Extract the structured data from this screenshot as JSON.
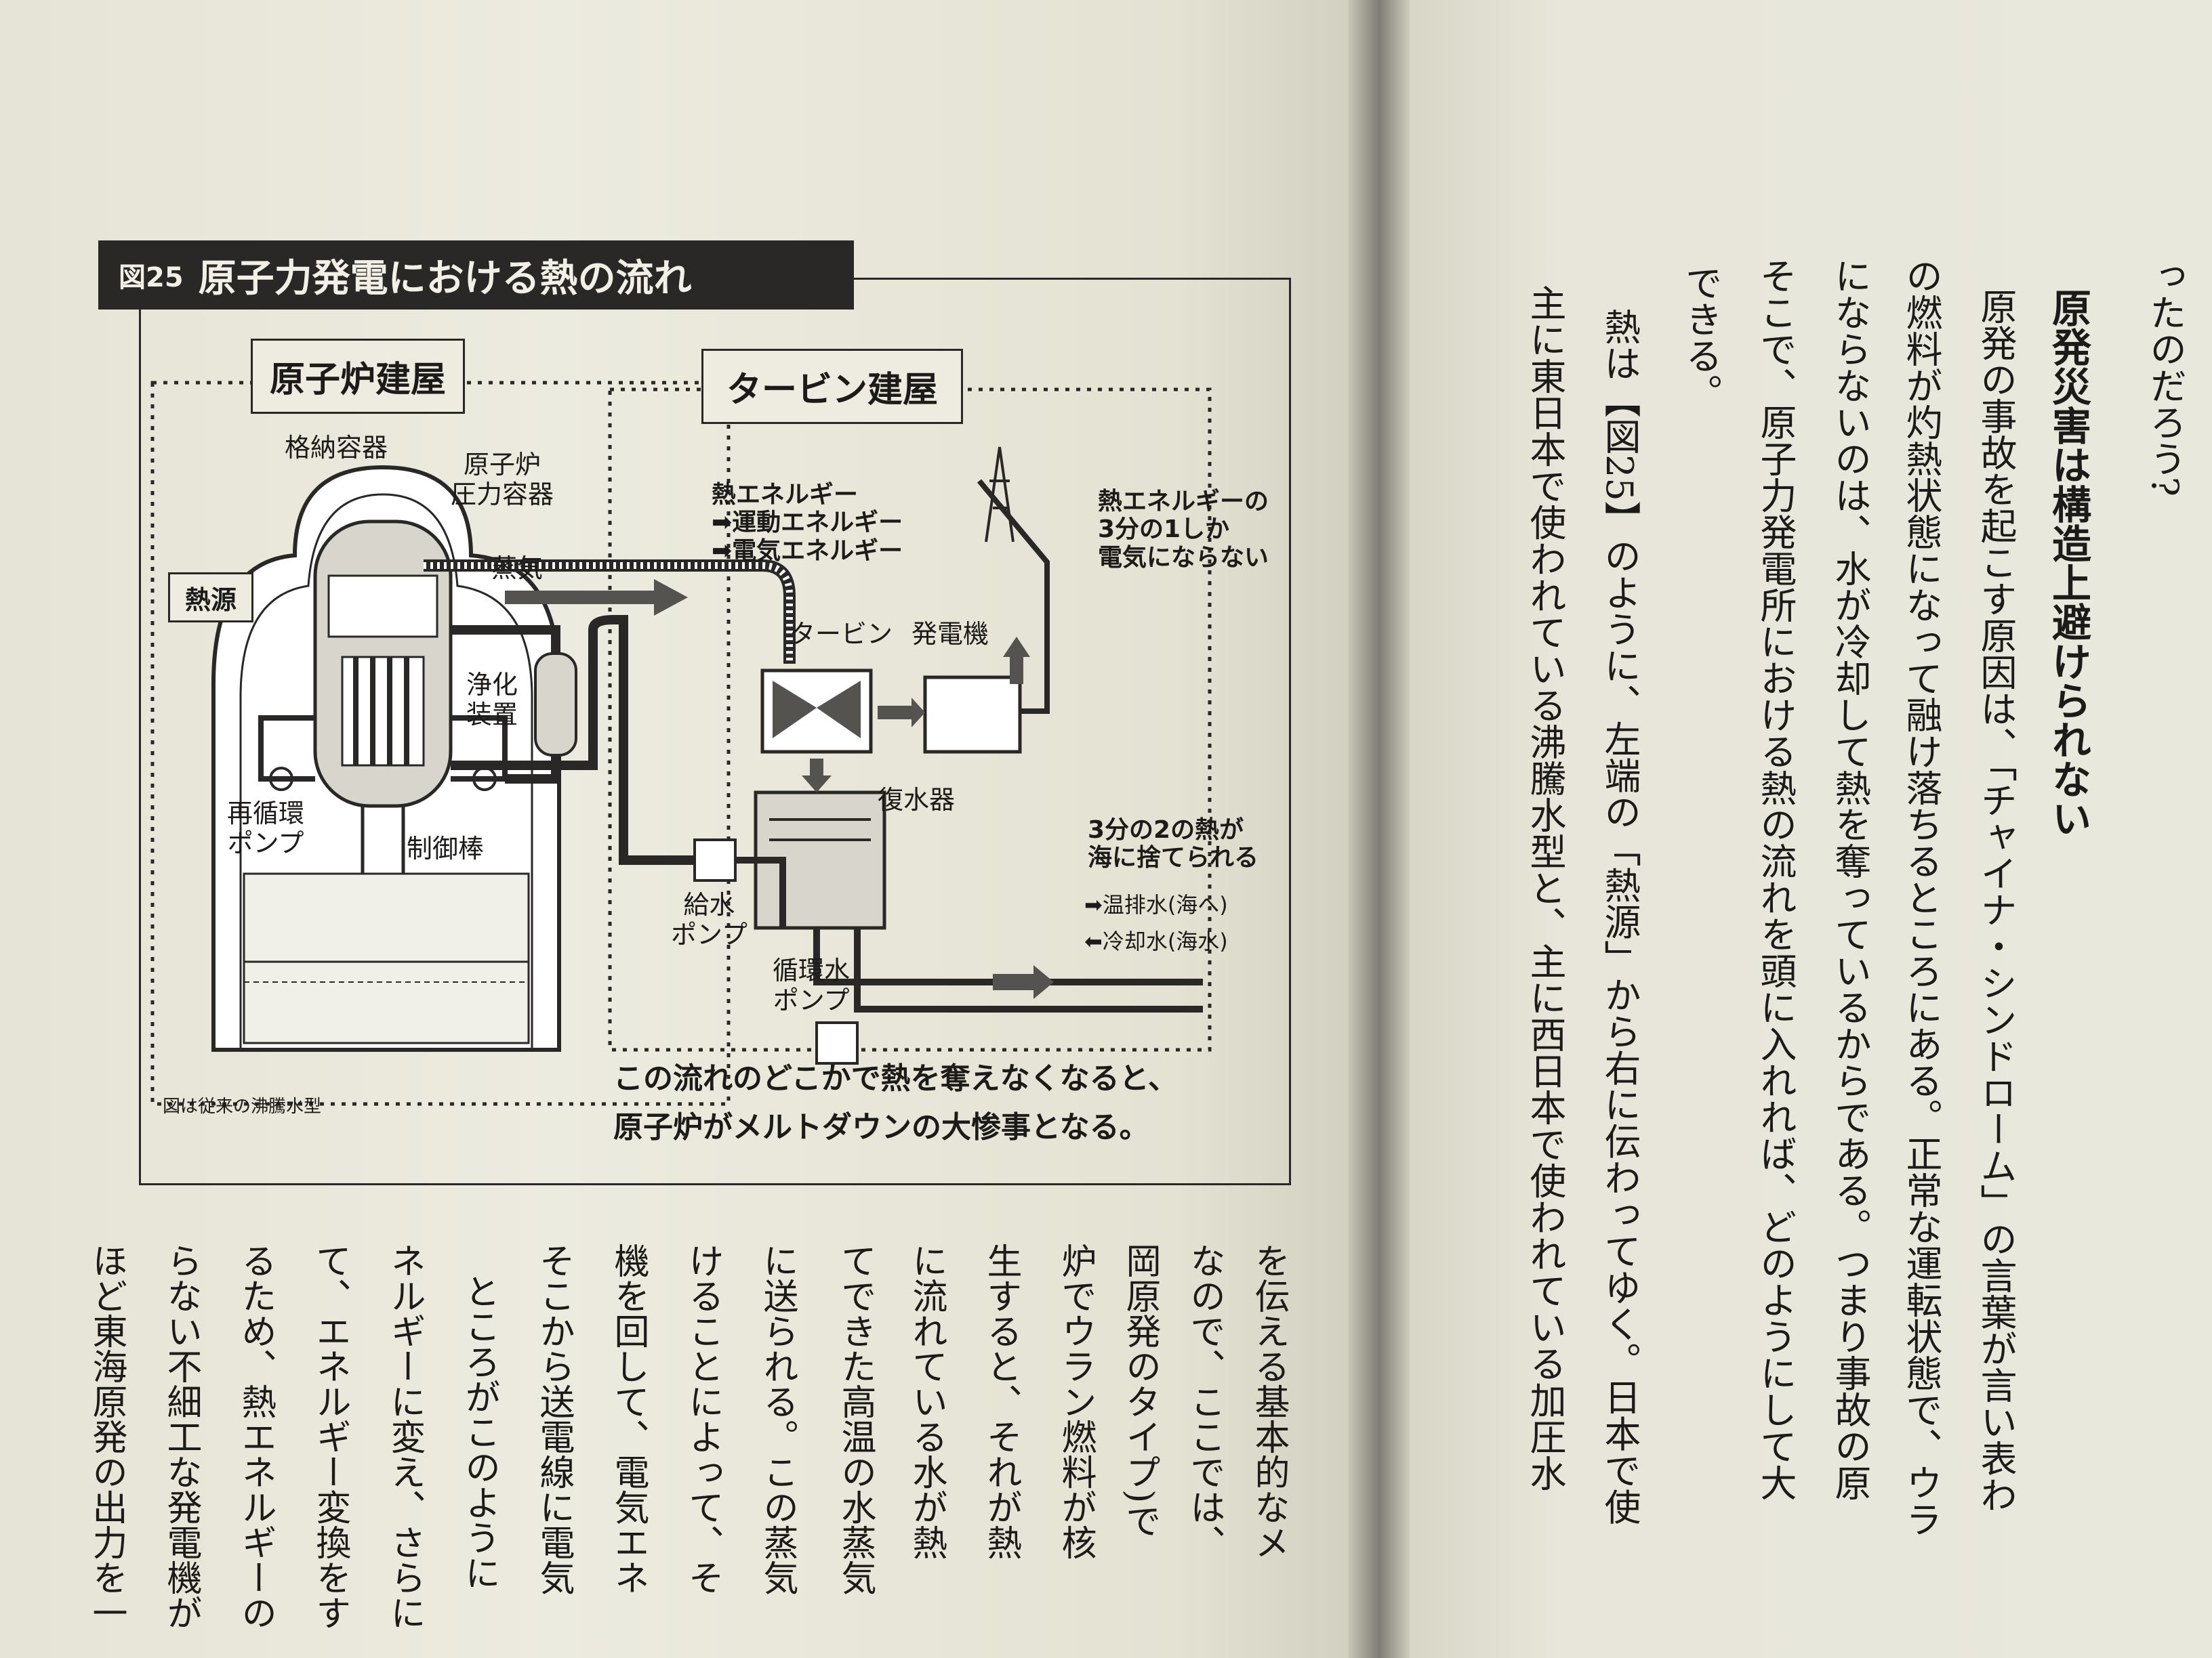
{
  "figure": {
    "number": "図25",
    "title": "原子力発電における熱の流れ",
    "reactor_building": "原子炉建屋",
    "turbine_building": "タービン建屋",
    "containment": "格納容器",
    "pressure_vessel": "原子炉\n圧力容器",
    "steam": "蒸気",
    "heat_source": "熱源",
    "purifier": "浄化\n装置",
    "recirc_pump": "再循環\nポンプ",
    "control_rod": "制御棒",
    "energy_chain": "熱エネルギー\n➡運動エネルギー\n➡電気エネルギー",
    "note_third": "熱エネルギーの\n3分の1しか\n電気にならない",
    "turbine": "タービン",
    "generator": "発電機",
    "condenser": "復水器",
    "note_two_thirds": "3分の2の熱が\n海に捨てられる",
    "warm_discharge": "➡温排水(海へ)",
    "cooling_water": "⬅冷却水(海水)",
    "feed_pump": "給水\nポンプ",
    "circ_pump": "循環水\nポンプ",
    "footnote": "図は従来の沸騰水型",
    "caption_1": "この流れのどこかで熱を奪えなくなると、",
    "caption_2": "原子炉がメルトダウンの大惨事となる。"
  },
  "right_page": {
    "heading": "原発災害は構造上避けられない",
    "continued_top": "ったのだろう?",
    "lines": [
      "原発の事故を起こす原因は、「チャイナ・シンドローム」の言葉が言い表わ",
      "の燃料が灼熱状態になって融け落ちるところにある。正常な運転状態で、ウラ",
      "にならないのは、水が冷却して熱を奪っているからである。つまり事故の原",
      "そこで、原子力発電所における熱の流れを頭に入れれば、どのようにして大",
      "できる。",
      "熱は【図25】のように、左端の「熱源」から右に伝わってゆく。日本で使",
      "主に東日本で使われている沸騰水型と、主に西日本で使われている加圧水"
    ]
  },
  "left_page": {
    "lines": [
      "を伝える基本的なメ",
      "なので、ここでは、",
      "岡原発のタイプ)で",
      "炉でウラン燃料が核",
      "生すると、それが熱",
      "に流れている水が熱",
      "てできた高温の水蒸気",
      "に送られる。この蒸気",
      "けることによって、そ",
      "機を回して、電気エネ",
      "そこから送電線に電気",
      "ところがこのように",
      "ネルギーに変え、さらに",
      "て、エネルギー変換をす",
      "るため、熱エネルギーの",
      "らない不細工な発電機が",
      "ほど東海原発の出力を一"
    ]
  }
}
